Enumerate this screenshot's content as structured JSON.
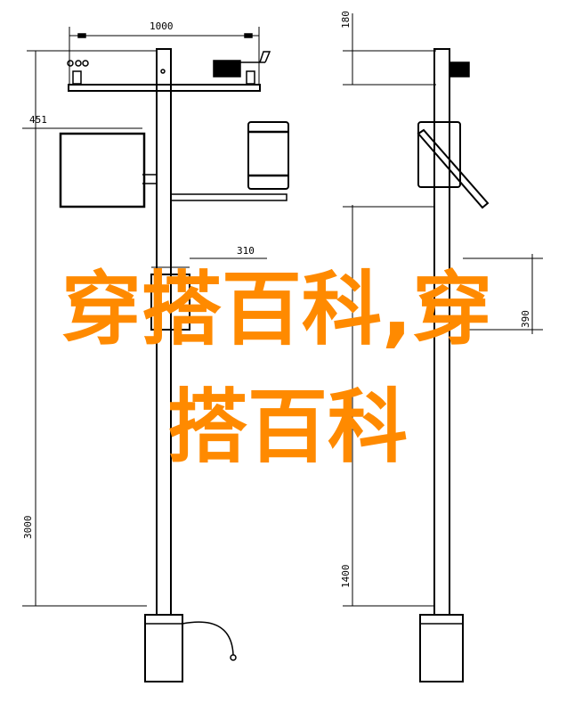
{
  "drawing": {
    "dimensions": {
      "crossarm_width": "1000",
      "left_offset": "451",
      "left_height": "3000",
      "box_width": "310",
      "top_height": "180",
      "box_height": "390",
      "pole_height": "1400"
    }
  },
  "overlay": {
    "line1": "穿搭百科,穿",
    "line2": "搭百科",
    "color": "#ff8a00"
  }
}
